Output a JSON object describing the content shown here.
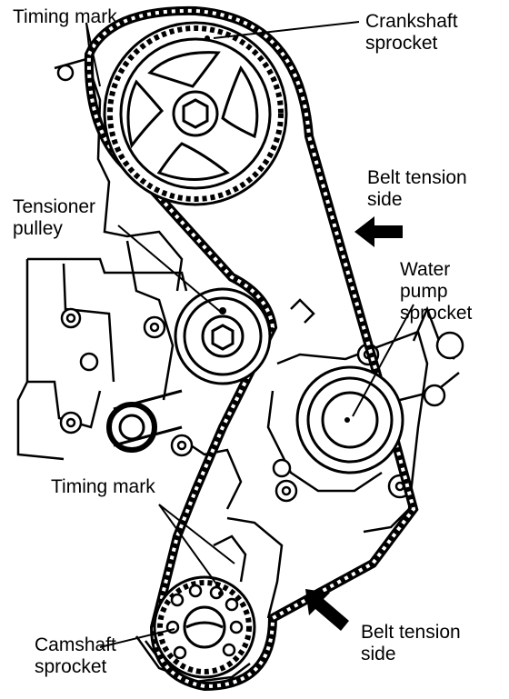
{
  "labels": {
    "timing_mark_top": "Timing mark",
    "crankshaft_sprocket": [
      "Crankshaft",
      "sprocket"
    ],
    "belt_tension_side_upper": [
      "Belt tension",
      "side"
    ],
    "tensioner_pulley": [
      "Tensioner",
      "pulley"
    ],
    "water_pump_sprocket": [
      "Water",
      "pump",
      "sprocket"
    ],
    "timing_mark_bottom": "Timing mark",
    "camshaft_sprocket": [
      "Camshaft",
      "sprocket"
    ],
    "belt_tension_side_lower": [
      "Belt tension",
      "side"
    ]
  }
}
